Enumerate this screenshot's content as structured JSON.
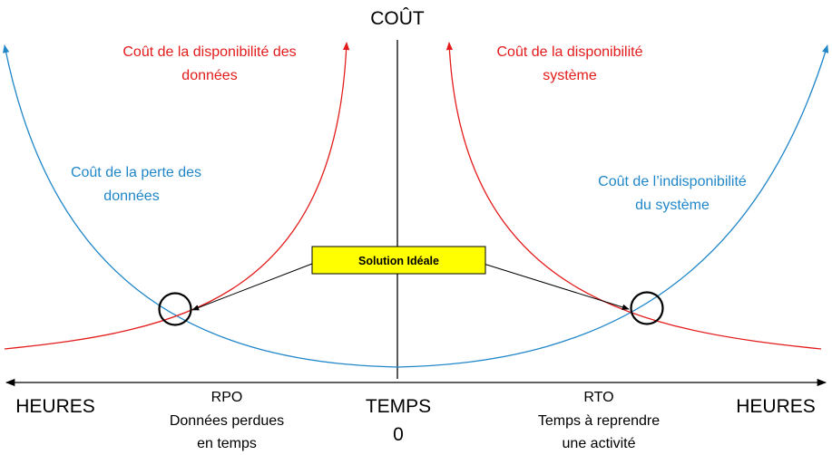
{
  "axis": {
    "y_label": "COÛT",
    "x_left_label": "HEURES",
    "x_right_label": "HEURES",
    "x_center_label": "TEMPS",
    "x_center_value": "0"
  },
  "curves": {
    "data_availability_cost": {
      "line1": "Coût de la disponibilité des",
      "line2": "données"
    },
    "system_availability_cost": {
      "line1": "Coût de la disponibilité",
      "line2": "système"
    },
    "data_loss_cost": {
      "line1": "Coût de la perte des",
      "line2": "données"
    },
    "system_unavailability_cost": {
      "line1": "Coût de l’indisponibilité",
      "line2": "du système"
    }
  },
  "ideal_solution": {
    "label": "Solution Idéale"
  },
  "rpo": {
    "line1": "RPO",
    "line2": "Données perdues",
    "line3": "en temps"
  },
  "rto": {
    "line1": "RTO",
    "line2": "Temps à reprendre",
    "line3": "une activité"
  },
  "colors": {
    "red_curve": "#e31b1b",
    "blue_curve": "#1f86c8",
    "axis": "#000000",
    "ideal_box_fill": "#ffff00",
    "ideal_box_stroke": "#000000"
  }
}
